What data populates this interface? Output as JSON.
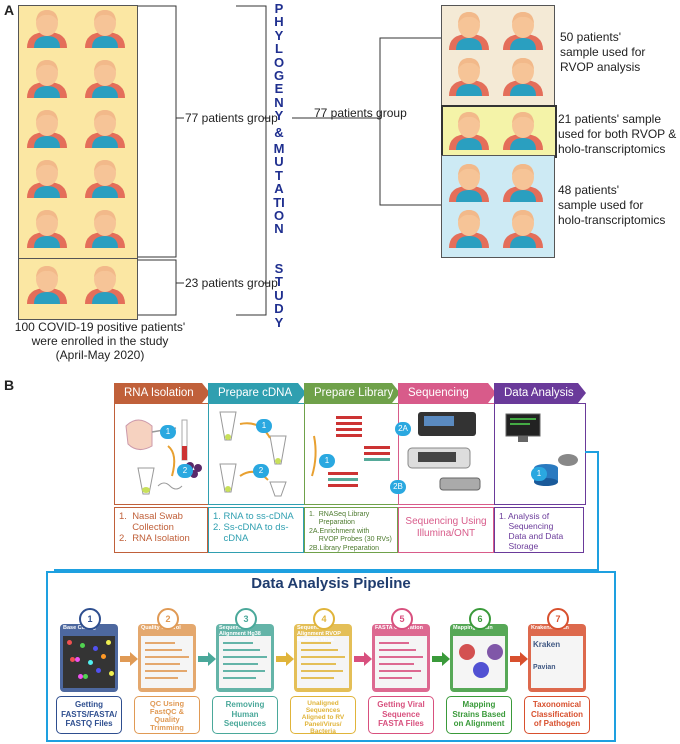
{
  "panel_a": {
    "label": "A",
    "vertical_title_1": "PHYLOGENY",
    "vertical_amp": "&",
    "vertical_title_2": "MUTATION",
    "vertical_title_3": "STUDY",
    "group_77_left": "77 patients group",
    "group_23": "23 patients group",
    "group_77_mid": "77 patients group",
    "enrolled_line1": "100 COVID-19 positive patients'",
    "enrolled_line2": "were enrolled in the study",
    "enrolled_line3": "(April-May 2020)",
    "right_1_line1": "50 patients'",
    "right_1_line2": "sample used for",
    "right_1_line3": "RVOP analysis",
    "right_2_line1": "21 patients' sample",
    "right_2_line2": "used for both RVOP &",
    "right_2_line3": "holo-transcriptomics",
    "right_3_line1": "48 patients'",
    "right_3_line2": "sample used for",
    "right_3_line3": "holo-transcriptomics"
  },
  "panel_b": {
    "label": "B",
    "tabs": [
      "RNA Isolation",
      "Prepare cDNA",
      "Prepare Library",
      "Sequencing",
      "Data Analysis"
    ],
    "tab_colors": [
      "#c0603a",
      "#2f9fb0",
      "#6fa14a",
      "#d85b8a",
      "#6a3a9a"
    ],
    "captions": [
      [
        "1.  Nasal Swab",
        "     Collection",
        "2.  RNA Isolation"
      ],
      [
        "1. RNA to ss-cDNA",
        "2. Ss-cDNA to ds-",
        "    cDNA"
      ],
      [
        "1.  RNASeq Library",
        "     Preparation",
        "2A.Enrichment with",
        "     RVOP Probes (30 RVs)",
        "2B.Library Preparation"
      ],
      [
        "Sequencing Using",
        "Illumina/ONT"
      ],
      [
        "1. Analysis of",
        "    Sequencing",
        "    Data and Data",
        "    Storage"
      ]
    ],
    "caption_colors": [
      "#c0603a",
      "#2f9fb0",
      "#4d7a2e",
      "#d85b8a",
      "#6a3a9a"
    ],
    "step_markers": [
      "1",
      "2",
      "1",
      "2",
      "2A",
      "1",
      "2B",
      "1"
    ],
    "pipeline_title": "Data Analysis Pipeline",
    "pipeline_steps": [
      {
        "num": "1",
        "card_title": "Base Calling",
        "caption": [
          "Getting",
          "FASTS/FASTA/",
          "FASTQ Files"
        ],
        "color": "#2e4e8f"
      },
      {
        "num": "2",
        "card_title": "Quality Control",
        "caption": [
          "QC Using",
          "FastQC &",
          "Quality",
          "Trimming"
        ],
        "color": "#e09a55"
      },
      {
        "num": "3",
        "card_title": "Sequence Alignment  Hg38",
        "caption": [
          "Removing",
          "Human",
          "Sequences"
        ],
        "color": "#4aa89a"
      },
      {
        "num": "4",
        "card_title": "Sequence Alignment  RVOP Bacteria Virus",
        "caption": [
          "Unaligned",
          "Sequences",
          "Aligned to RV",
          "Panel/Virus/",
          "Bacteria"
        ],
        "color": "#e0b43a"
      },
      {
        "num": "5",
        "card_title": "FASTA Generation",
        "caption": [
          "Getting Viral",
          "Sequence",
          "FASTA Files"
        ],
        "color": "#d8507e"
      },
      {
        "num": "6",
        "card_title": "Mapping Strain",
        "caption": [
          "Mapping",
          "Strains Based",
          "on Alignment"
        ],
        "color": "#3a9a3a"
      },
      {
        "num": "7",
        "card_title": "Kraken/Pavian",
        "caption": [
          "Taxonomical",
          "Classification",
          "of Pathogen"
        ],
        "color": "#d8502e"
      }
    ],
    "card_inner_1": "Kraken",
    "card_inner_2": "Pavian"
  }
}
